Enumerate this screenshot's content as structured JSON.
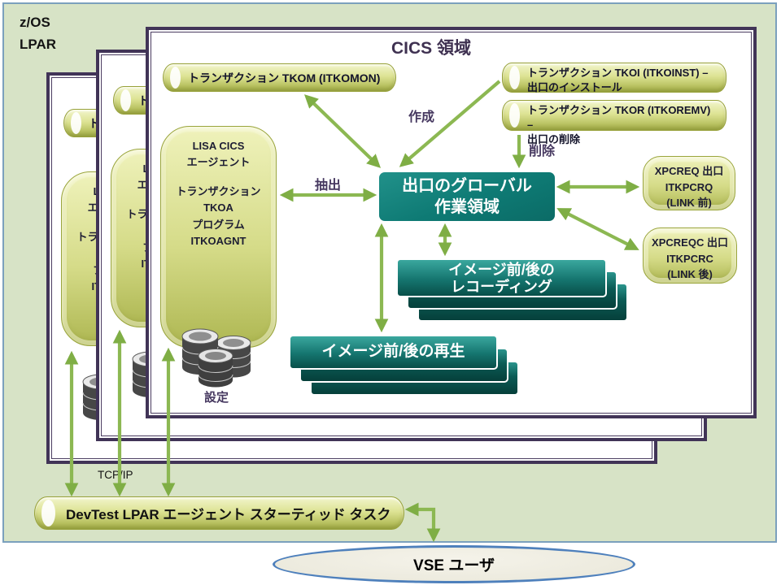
{
  "outer": {
    "zos_label": "z/OS",
    "lpar_label": "LPAR",
    "tcpip_label": "TCP/IP"
  },
  "cics_region": {
    "title": "CICS 領域"
  },
  "nodes": {
    "tkom": {
      "label": "トランザクション TKOM (ITKOMON)"
    },
    "tkoi": {
      "line1": "トランザクション TKOI (ITKOINST) –",
      "line2": "出口のインストール"
    },
    "tkor": {
      "line1": "トランザクション TKOR (ITKOREMV) –",
      "line2": "出口の削除"
    },
    "lisa": {
      "lines": [
        "LISA CICS",
        "エージェント",
        "トランザクション",
        "TKOA",
        "プログラム",
        "ITKOAGNT"
      ]
    },
    "global_work_area": {
      "line1": "出口のグローバル",
      "line2": "作業領域"
    },
    "xpcreq": {
      "line1": "XPCREQ 出口",
      "line2": "ITKPCRQ",
      "line3": "(LINK 前)"
    },
    "xpcreqc": {
      "line1": "XPCREQC 出口",
      "line2": "ITKPCRC",
      "line3": "(LINK 後)"
    },
    "recording": {
      "line1": "イメージ前/後の",
      "line2": "レコーディング"
    },
    "playback": {
      "label": "イメージ前/後の再生"
    },
    "settings": {
      "label": "設定"
    }
  },
  "edge_labels": {
    "create": "作成",
    "remove": "削除",
    "extract": "抽出"
  },
  "bottom": {
    "devtest_task": "DevTest LPAR エージェント スターティッド タスク",
    "vse_user": "VSE ユーザ"
  },
  "colors": {
    "panel_fill": "#d7e3c6",
    "panel_border": "#7ba0bd",
    "frame_border": "#413457",
    "node_fill": "#d5db88",
    "teal": "#12837d",
    "arrow_green": "#8cb852",
    "purple_text": "#463860",
    "ellipse_border": "#4e80bc",
    "ellipse_fill": "#edebdf"
  }
}
